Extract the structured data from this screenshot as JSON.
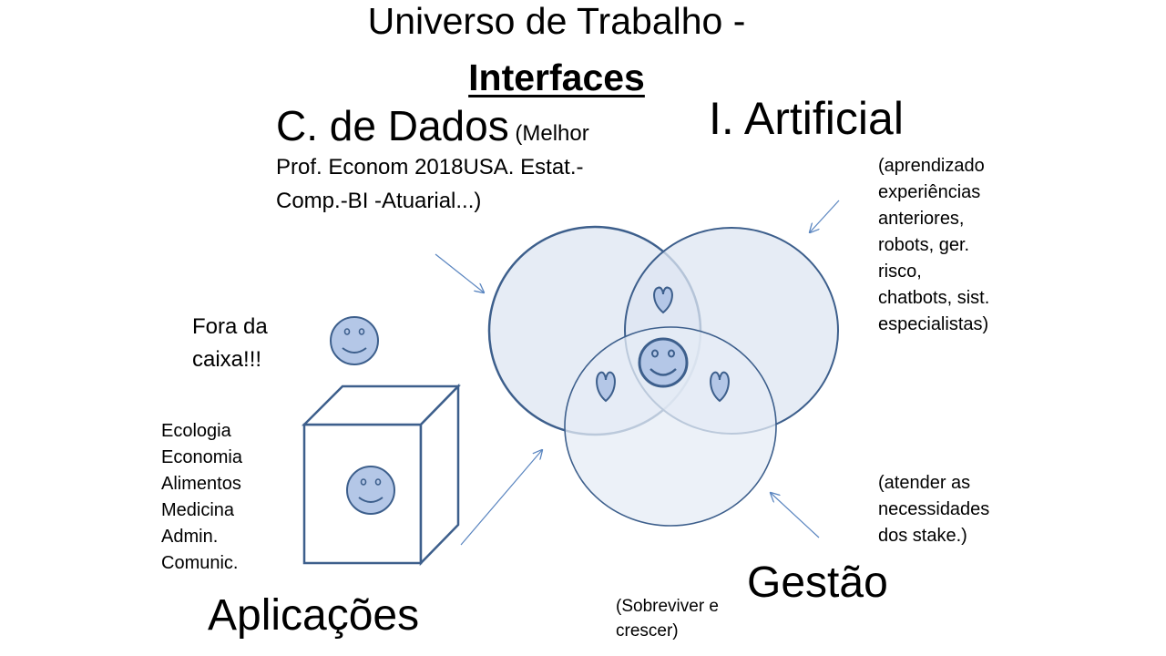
{
  "title": {
    "line1": "Universo de Trabalho -",
    "line2": "Interfaces"
  },
  "ciencia_dados": {
    "label": "C. de Dados",
    "note_line1": "(Melhor",
    "note_line2": "Prof. Econom 2018USA. Estat.-",
    "note_line3": "Comp.-BI -Atuarial...)"
  },
  "inteligencia_artificial": {
    "label": "I. Artificial",
    "lines": [
      "(aprendizado",
      "experiências",
      "anteriores,",
      "robots, ger.",
      "risco,",
      "chatbots, sist.",
      "especialistas)"
    ]
  },
  "fora_caixa": {
    "line1": "Fora da",
    "line2": "caixa!!!"
  },
  "aplicacoes": {
    "label": "Aplicações",
    "items": [
      "Ecologia",
      "Economia",
      "Alimentos",
      "Medicina",
      "Admin.",
      "Comunic."
    ]
  },
  "gestao": {
    "label": "Gestão",
    "lines": [
      "(atender as",
      "necessidades",
      "dos stake.)"
    ],
    "sub_line1": "(Sobreviver e",
    "sub_line2": "crescer)"
  },
  "colors": {
    "stroke": "#3d5f8c",
    "circle_fill": "#dde6f2",
    "overlap_fill": "#c9d6ea",
    "face_fill": "#b4c7e7",
    "arrow": "#5b86c0"
  },
  "icons": [
    "smiley-face-icon",
    "heart-icon",
    "cube-shape"
  ]
}
